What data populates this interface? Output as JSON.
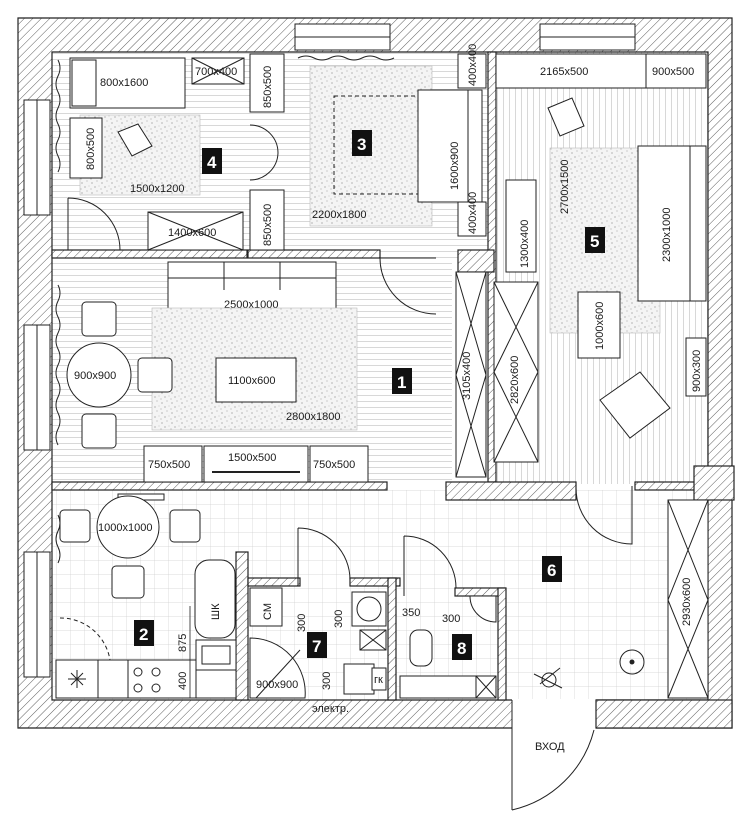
{
  "rooms": [
    {
      "id": "1",
      "label": "1"
    },
    {
      "id": "2",
      "label": "2"
    },
    {
      "id": "3",
      "label": "3"
    },
    {
      "id": "4",
      "label": "4"
    },
    {
      "id": "5",
      "label": "5"
    },
    {
      "id": "6",
      "label": "6"
    },
    {
      "id": "7",
      "label": "7"
    },
    {
      "id": "8",
      "label": "8"
    }
  ],
  "dims": {
    "bed_room4": "800x1600",
    "shelf_room4": "700x400",
    "nightstand_room4": "800x500",
    "rug_room4": "1500x1200",
    "desk_room4": "1400x600",
    "wardrobe_a_top": "850x500",
    "wardrobe_a_bottom": "850x500",
    "bed_room3": "1600x900",
    "rug_room3": "2200x1800",
    "nightstand_room3_top": "400x400",
    "nightstand_room3_bottom": "400x400",
    "wardrobe_room5_top": "2165x500",
    "wardrobe_room5_corner": "900x500",
    "tv_room5": "1300x400",
    "rug_room5": "2700x1500",
    "sofa_room5": "2300x1000",
    "table_room5": "1000x600",
    "cabinet_room5": "900x300",
    "sofa_room1": "2500x1000",
    "dining_table_room1": "900x900",
    "coffee_table_room1": "1100x600",
    "rug_room1": "2800x1800",
    "wardrobe_room1": "3105x400",
    "wardrobe_hall": "2820x600",
    "tv_left": "750x500",
    "tv_stand": "1500x500",
    "tv_right": "750x500",
    "kitchen_table": "1000x1000",
    "hall_wardrobe": "2930x600",
    "shower": "900x900"
  },
  "texts": {
    "sm": "СМ",
    "shk": "ШК",
    "elektr": "электр.",
    "vhod": "ВХОД",
    "k875": "875",
    "k400": "400",
    "b300a": "300",
    "b300b": "300",
    "b300c": "300",
    "t350": "350",
    "t300": "300",
    "gk": "гк"
  }
}
